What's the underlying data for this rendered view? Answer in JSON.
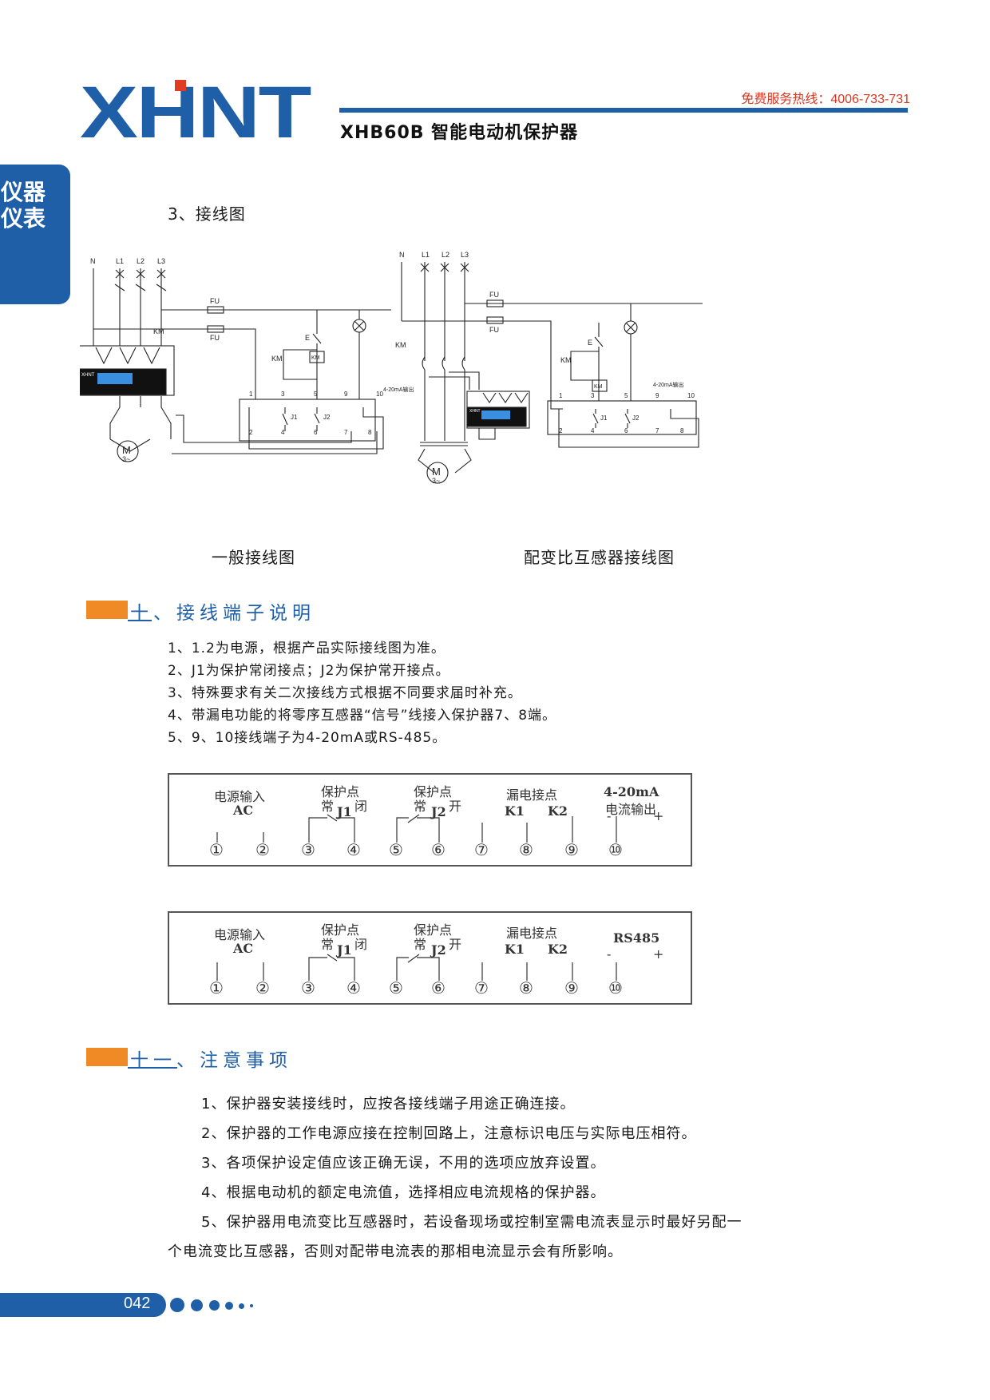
{
  "header": {
    "logo_text": "XHNT",
    "hotline": "免费服务热线：4006-733-731",
    "product_title": "XHB60B 智能电动机保护器"
  },
  "side_tab": {
    "label": "仪器仪表"
  },
  "wiring": {
    "heading": "3、接线图",
    "caption_general": "一般接线图",
    "caption_ct": "配变比互感器接线图",
    "labels": {
      "N": "N",
      "L1": "L1",
      "L2": "L2",
      "L3": "L3",
      "FU": "FU",
      "KM": "KM",
      "E": "E",
      "ma_out": "4-20mA输出",
      "motor": "M",
      "motor_sub": "3~",
      "J1": "J1",
      "J2": "J2",
      "device_brand": "XHNT",
      "t1": "1",
      "t2": "2",
      "t3": "3",
      "t4": "4",
      "t5": "5",
      "t6": "6",
      "t7": "7",
      "t8": "8",
      "t9": "9",
      "t10": "10"
    }
  },
  "section10": {
    "title": "十、接线端子说明",
    "items": [
      "1、1.2为电源，根据产品实际接线图为准。",
      "2、J1为保护常闭接点；J2为保护常开接点。",
      "3、特殊要求有关二次接线方式根据不同要求届时补充。",
      "4、带漏电功能的将零序互感器“信号”线接入保护器7、8端。",
      "5、9、10接线端子为4-20mA或RS-485。"
    ]
  },
  "terminal_block_1": {
    "power_label": "电源输入",
    "power_sub": "AC",
    "j1_top": "保护点",
    "j1_left": "常",
    "j1_right": "闭",
    "j1_name": "J1",
    "j2_top": "保护点",
    "j2_left": "常",
    "j2_right": "开",
    "j2_name": "J2",
    "leak_label": "漏电接点",
    "k1": "K1",
    "k2": "K2",
    "out_label": "4-20mA",
    "out_sub": "电流输出",
    "minus": "-",
    "plus": "+",
    "numbers": [
      "①",
      "②",
      "③",
      "④",
      "⑤",
      "⑥",
      "⑦",
      "⑧",
      "⑨",
      "⑩"
    ]
  },
  "terminal_block_2": {
    "power_label": "电源输入",
    "power_sub": "AC",
    "j1_top": "保护点",
    "j1_left": "常",
    "j1_right": "闭",
    "j1_name": "J1",
    "j2_top": "保护点",
    "j2_left": "常",
    "j2_right": "开",
    "j2_name": "J2",
    "leak_label": "漏电接点",
    "k1": "K1",
    "k2": "K2",
    "out_label": "RS485",
    "minus": "-",
    "plus": "+",
    "numbers": [
      "①",
      "②",
      "③",
      "④",
      "⑤",
      "⑥",
      "⑦",
      "⑧",
      "⑨",
      "⑩"
    ]
  },
  "section11": {
    "title": "十一、注意事项",
    "items": [
      "1、保护器安装接线时，应按各接线端子用途正确连接。",
      "2、保护器的工作电源应接在控制回路上，注意标识电压与实际电压相符。",
      "3、各项保护设定值应该正确无误，不用的选项应放弃设置。",
      "4、根据电动机的额定电流值，选择相应电流规格的保护器。",
      "5、保护器用电流变比互感器时，若设备现场或控制室需电流表显示时最好另配一",
      "个电流变比互感器，否则对配带电流表的那相电流显示会有所影响。"
    ]
  },
  "footer": {
    "page_number": "042"
  },
  "colors": {
    "brand_blue": "#1e5fa8",
    "accent_orange": "#f08a24",
    "hotline_red": "#d9361f"
  }
}
